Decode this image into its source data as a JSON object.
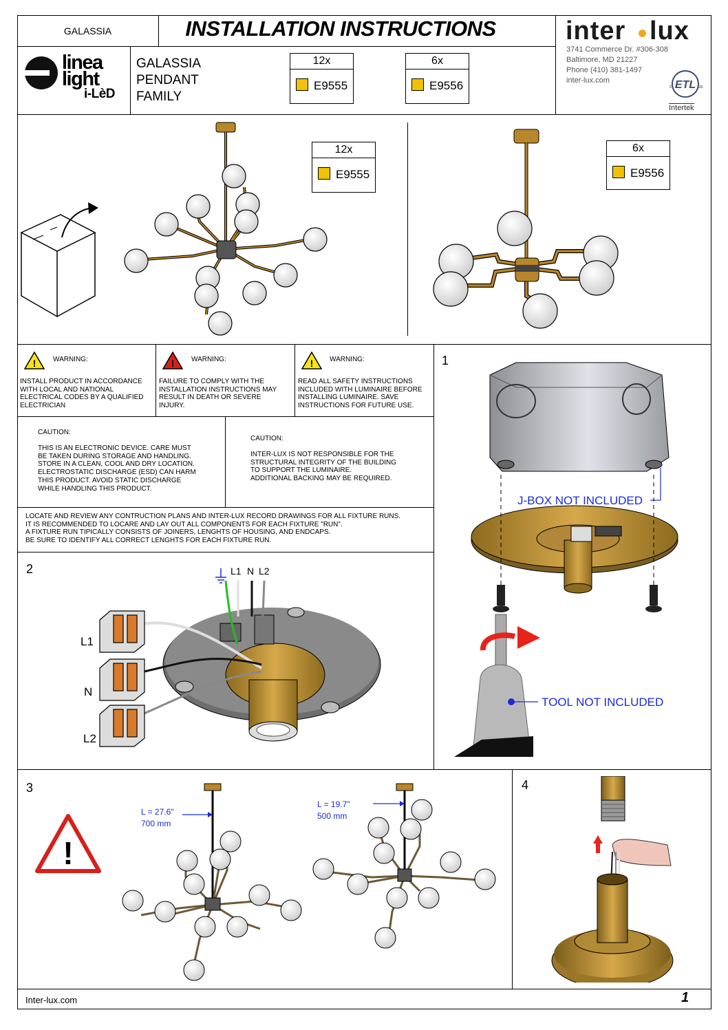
{
  "header": {
    "model": "GALASSIA",
    "title": "INSTALLATION INSTRUCTIONS",
    "brand_left": {
      "line1": "linea",
      "line2": "light",
      "line3": "i-LèD"
    },
    "product_name": [
      "GALASSIA",
      "PENDANT",
      "FAMILY"
    ],
    "parts": [
      {
        "qty": "12x",
        "code": "E9555"
      },
      {
        "qty": "6x",
        "code": "E9556"
      }
    ],
    "brand_right": {
      "name_a": "inter",
      "name_b": "lux",
      "address": [
        "3741 Commerce Dr. #306-308",
        "Baltimore, MD 21227",
        "Phone (410) 381-1497",
        "inter-lux.com"
      ],
      "cert_mark": "ETL",
      "cert_c": "c",
      "cert_us": "us",
      "cert_name": "Intertek"
    }
  },
  "overview": {
    "left": {
      "qty": "12x",
      "code": "E9555"
    },
    "right": {
      "qty": "6x",
      "code": "E9556"
    }
  },
  "warnings": [
    {
      "title": "WARNING:",
      "text": "INSTALL PRODUCT IN ACCORDANCE\nWITH LOCAL AND NATIONAL\nELECTRICAL CODES BY A QUALIFIED\nELECTRICIAN"
    },
    {
      "title": "WARNING:",
      "text": "FAILURE TO COMPLY WITH THE\nINSTALLATION INSTRUCTIONS MAY\nRESULT IN DEATH OR SEVERE\nINJURY."
    },
    {
      "title": "WARNING:",
      "text": "READ ALL SAFETY INSTRUCTIONS\nINCLUDED WITH LUMINAIRE BEFORE\nINSTALLING LUMINAIRE. SAVE\nINSTRUCTIONS FOR FUTURE USE."
    }
  ],
  "cautions": [
    {
      "title": "CAUTION:",
      "text": "THIS IS AN ELECTRONIC DEVICE. CARE MUST\nBE TAKEN DURING STORAGE AND HANDLING.\nSTORE IN A CLEAN, COOL AND DRY LOCATION.\nELECTROSTATIC DISCHARGE (ESD) CAN HARM\nTHIS PRODUCT. AVOID STATIC DISCHARGE\nWHILE HANDLING THIS PRODUCT."
    },
    {
      "title": "CAUTION:",
      "text": "INTER-LUX IS NOT RESPONSIBLE FOR THE\nSTRUCTURAL INTEGRITY OF THE BUILDING\nTO SUPPORT THE LUMINAIRE.\nADDITIONAL BACKING MAY BE REQUIRED."
    }
  ],
  "notes": "LOCATE AND REVIEW ANY CONTRUCTION PLANS AND INTER-LUX RECORD DRAWINGS FOR ALL FIXTURE RUNS.\nIT IS RECOMMENDED TO LOCARE AND LAY OUT ALL COMPONENTS FOR EACH FIXTURE \"RUN\".\nA FIXTURE RUN TIPICALLY CONSISTS OF JOINERS, LENGHTS OF HOUSING, AND ENDCAPS.\nBE SURE TO IDENTIFY ALL CORRECT LENGHTS FOR EACH FIXTURE RUN.",
  "step1": {
    "number": "1",
    "jbox_label": "J-BOX NOT INCLUDED",
    "tool_label": "TOOL NOT INCLUDED"
  },
  "step2": {
    "number": "2",
    "wire_labels": [
      "L1",
      "N",
      "L2"
    ],
    "connector_labels": [
      "L1",
      "N",
      "L2"
    ]
  },
  "step3": {
    "number": "3",
    "dim_a": {
      "inches": "L = 27.6\"",
      "mm": "700 mm"
    },
    "dim_b": {
      "inches": "L = 19.7\"",
      "mm": "500 mm"
    }
  },
  "step4": {
    "number": "4"
  },
  "footer": {
    "website": "Inter-lux.com",
    "page": "1"
  },
  "colors": {
    "brass": "#b8862b",
    "glass": "#eeeeee",
    "dim_blue": "#1a2bd6",
    "warning_yellow": "#f7e21c",
    "warning_red": "#d8201a",
    "box_yellow": "#f2c200",
    "arrow_red": "#e8231a"
  }
}
